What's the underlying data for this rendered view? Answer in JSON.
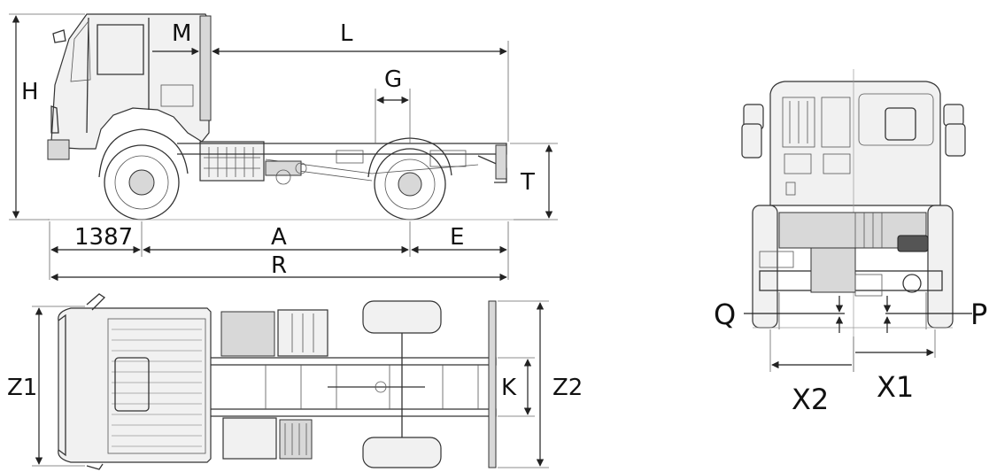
{
  "side_view": {
    "dim_H": "H",
    "dim_M": "M",
    "dim_L": "L",
    "dim_G": "G",
    "dim_T": "T",
    "dim_front_overhang": "1387",
    "dim_A": "A",
    "dim_E": "E",
    "dim_R": "R"
  },
  "top_view": {
    "dim_Z1": "Z1",
    "dim_K": "K",
    "dim_Z2": "Z2"
  },
  "front_view": {
    "dim_Q": "Q",
    "dim_P": "P",
    "dim_X1": "X1",
    "dim_X2": "X2"
  }
}
